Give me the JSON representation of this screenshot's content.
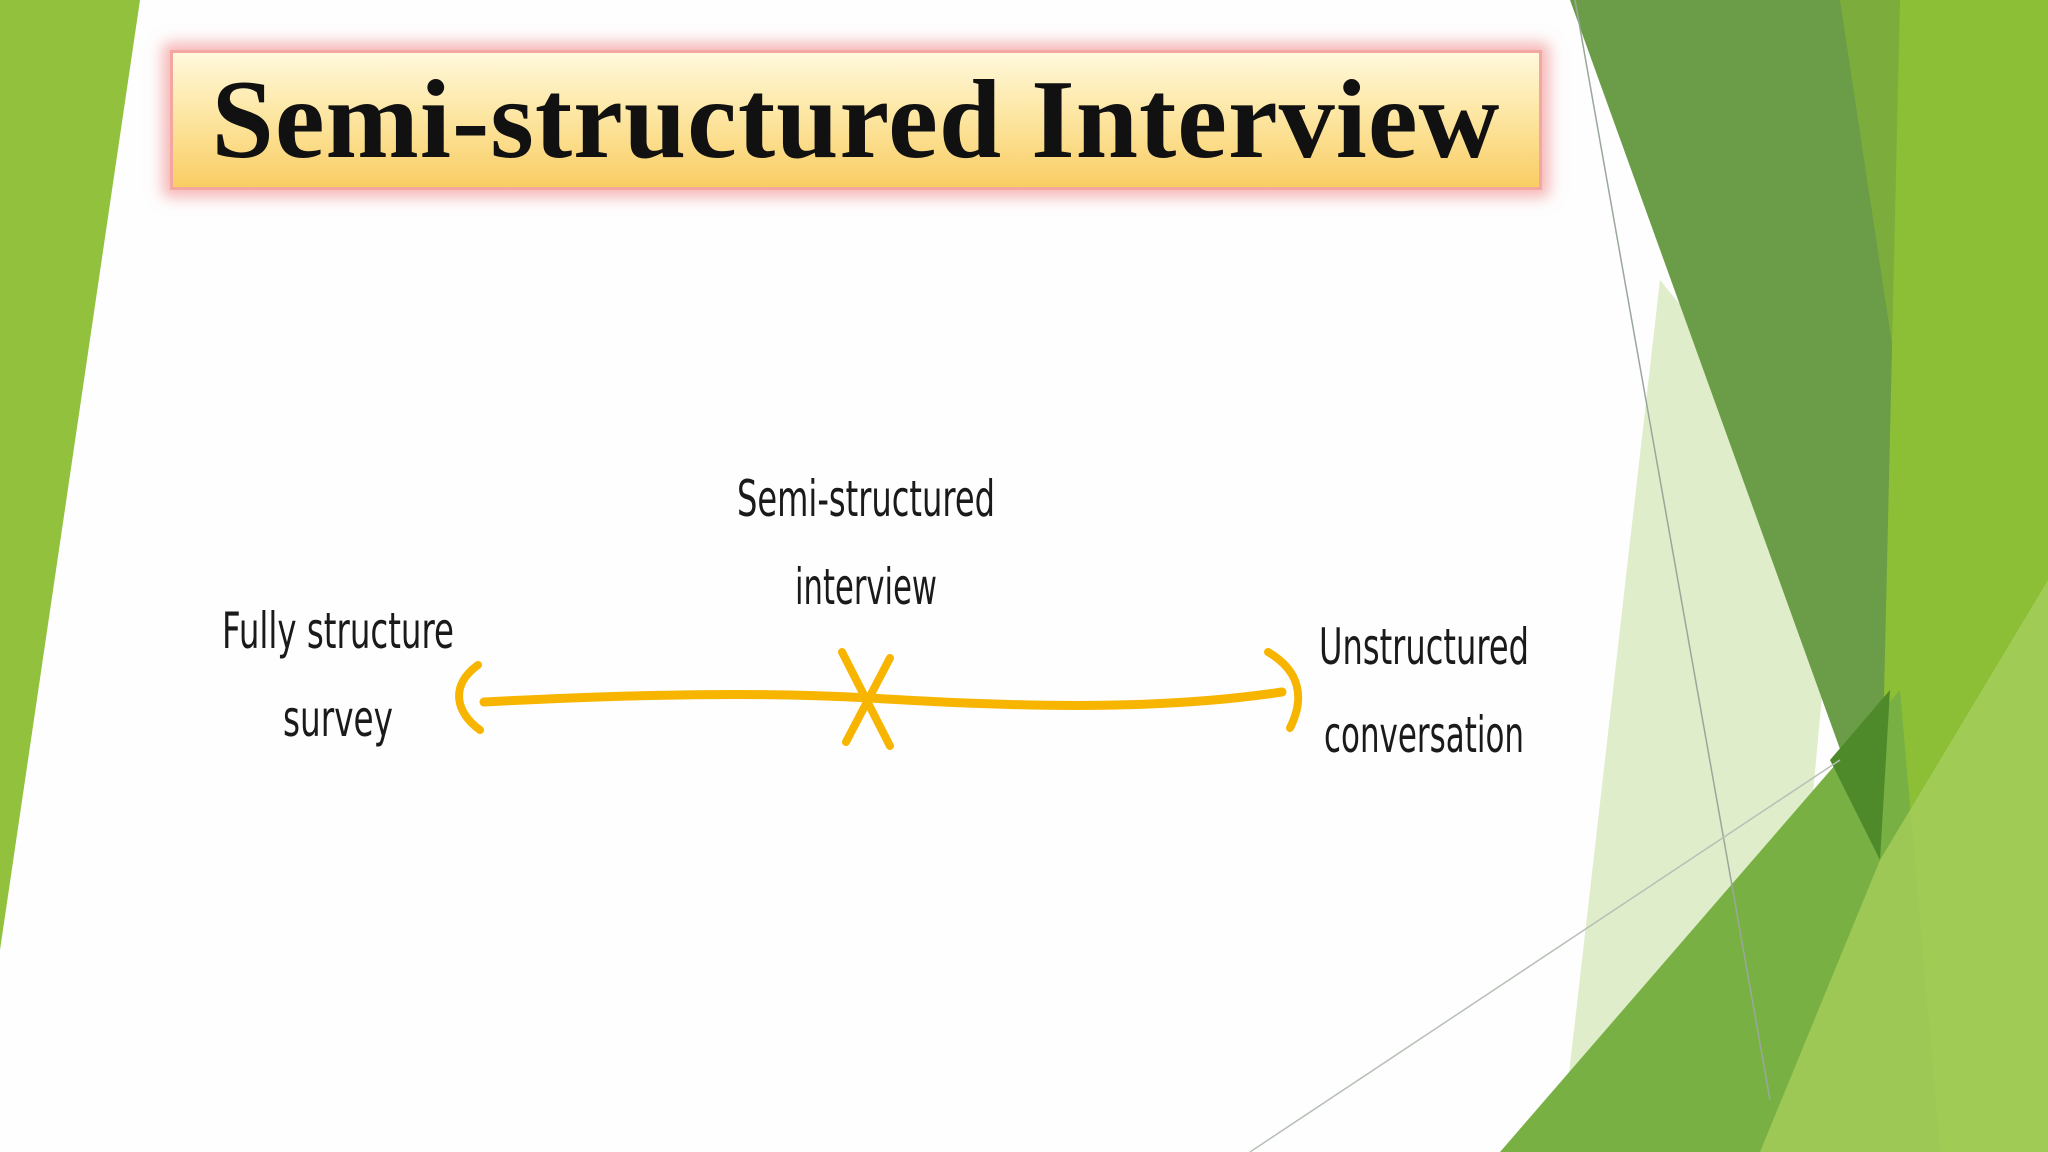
{
  "slide": {
    "title": "Semi-structured Interview",
    "colors": {
      "accent_green": "#8dc63f",
      "dark_green": "#5e8f3a",
      "mid_green": "#6aa83a",
      "pale_green": "#d6e8b8",
      "arrow_yellow": "#f7b500",
      "banner_top": "#fff8dc",
      "banner_bottom": "#f9cd64",
      "banner_glow": "#f07878"
    }
  },
  "diagram": {
    "left_label": [
      "Fully structure",
      "survey"
    ],
    "middle_label": [
      "Semi-structured",
      "interview"
    ],
    "right_label": [
      "Unstructured",
      "conversation"
    ]
  }
}
